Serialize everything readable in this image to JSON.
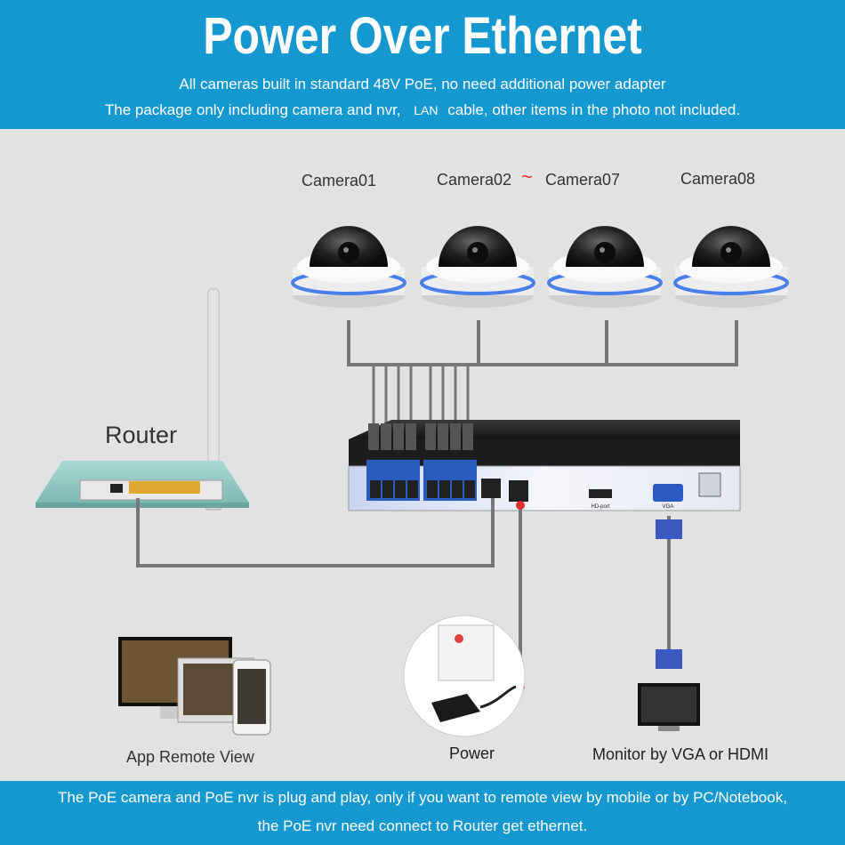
{
  "header": {
    "title": "Power Over Ethernet",
    "line1": "All cameras built in standard 48V PoE, no need additional power adapter",
    "line2_a": "The package only including camera and nvr,",
    "line2_lan": "LAN",
    "line2_b": "cable, other items in the photo not included."
  },
  "cameras": {
    "cam1": "Camera01",
    "cam2a": "Camera02",
    "tilde": "~",
    "cam2b": "Camera07",
    "cam8": "Camera08"
  },
  "labels": {
    "router": "Router",
    "app": "App Remote View",
    "power": "Power",
    "monitor": "Monitor by VGA or HDMI"
  },
  "nvr_ports": {
    "hdmi": "HD-port",
    "vga": "VGA"
  },
  "footer": {
    "line1": "The PoE camera and PoE nvr is plug and play, only if you want to remote view by mobile or by PC/Notebook,",
    "line2": "the PoE nvr need connect to Router get ethernet."
  },
  "colors": {
    "band": "#1597cf",
    "background": "#e2e2e2",
    "cable": "#777777",
    "tilde": "#e0301e"
  }
}
